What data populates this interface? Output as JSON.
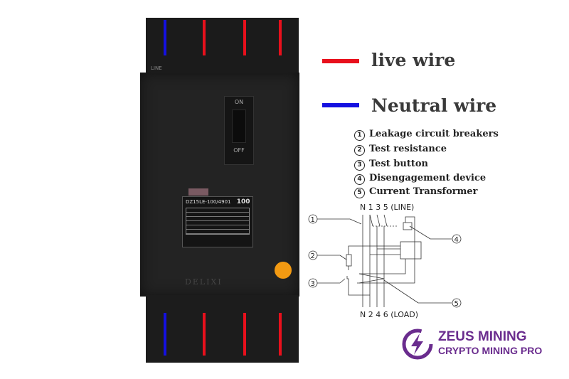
{
  "legend": {
    "live_wire": "live wire",
    "live_color": "#e8101c",
    "neutral_wire": "Neutral wire",
    "neutral_color": "#1410e0"
  },
  "components": [
    {
      "num": "1",
      "label": "Leakage circuit breakers"
    },
    {
      "num": "2",
      "label": "Test resistance"
    },
    {
      "num": "3",
      "label": "Test button"
    },
    {
      "num": "4",
      "label": "Disengagement device"
    },
    {
      "num": "5",
      "label": "Current Transformer"
    }
  ],
  "diagram": {
    "line_label": "N 1 3 5 (LINE)",
    "load_label": "N 2 4 6 (LOAD)",
    "markers": [
      "1",
      "2",
      "3",
      "4",
      "5"
    ]
  },
  "breaker": {
    "switch_on": "ON",
    "switch_off": "OFF",
    "model": "DZ15LE-100/4901",
    "rated_current": "100",
    "brand": "DELIXI",
    "top_label": "LINE"
  },
  "logo": {
    "line1": "ZEUS MINING",
    "line2": "CRYPTO MINING PRO",
    "color": "#6a2c8e"
  }
}
